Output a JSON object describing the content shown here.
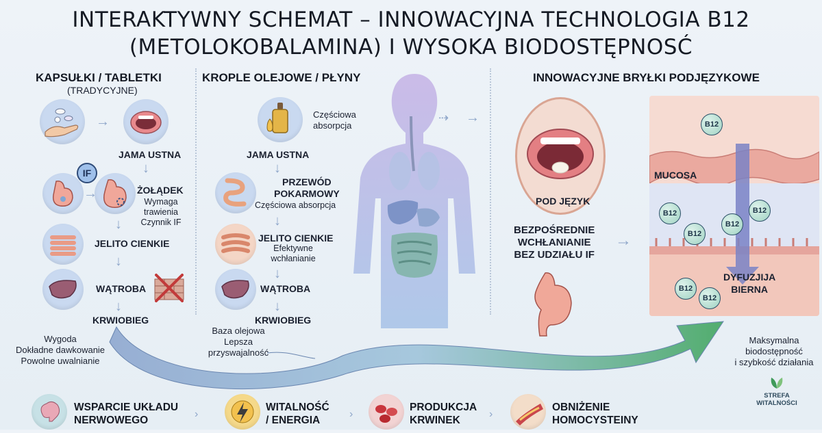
{
  "title": {
    "line1": "INTERAKTYWNY SCHEMAT – INNOWACYJNA TECHNOLOGIA B12",
    "line2": "(METOLOKOBALAMINA) I WYSOKA BIODOSTĘPNOSĆ"
  },
  "col1": {
    "header": "KAPSUŁKI / TABLETKI",
    "sub": "(TRADYCYJNE)",
    "jama": "JAMA USTNA",
    "if_badge": "IF",
    "zoladek": "ŻOŁĄDEK",
    "zoladek_note1": "Wymaga",
    "zoladek_note2": "trawienia",
    "zoladek_note3": "Czynnik IF",
    "jelito": "JELITO CIENKIE",
    "watroba": "WĄTROBA",
    "krwiobieg": "KRWIOBIEG",
    "notes": [
      "Wygoda",
      "Dokładne dawkowanie",
      "Powolne uwalnianie"
    ]
  },
  "col2": {
    "header": "KROPLE OLEJOWE / PŁYNY",
    "partial1": "Częściowa",
    "partial2": "absorpcja",
    "jama": "JAMA USTNA",
    "przewod1": "PRZEWÓD",
    "przewod2": "POKARMOWY",
    "przewod_note": "Częściowa absorpcja",
    "jelito": "JELITO CIENKIE",
    "jelito_note1": "Efektywne",
    "jelito_note2": "wchłanianie",
    "watroba": "WĄTROBA",
    "krwiobieg": "KRWIOBIEG",
    "notes": [
      "Baza olejowa",
      "Lepsza",
      "przyswajalność"
    ]
  },
  "col3": {
    "header": "INNOWACYJNE BRYŁKI PODJĘZYKOWE",
    "pod": "POD JĘZYK",
    "direct": [
      "BEZPOŚREDNIE",
      "WCHŁANIANIE",
      "BEZ UDZIAŁU IF"
    ],
    "mucosa": "MUCOSA",
    "dyfuzja1": "DYFUZJIJA",
    "dyfuzja2": "BIERNA",
    "b12": "B12",
    "result": [
      "Maksymalna",
      "biodostępność",
      "i szybkość działania"
    ]
  },
  "logo": {
    "line1": "STREFA",
    "line2": "WITALNOŚCI"
  },
  "benefits": [
    {
      "l1": "WSPARCIE UKŁADU",
      "l2": "NERWOWEGO",
      "icon": "brain-icon"
    },
    {
      "l1": "WITALNOŚĆ",
      "l2": "/ ENERGIA",
      "icon": "energy-icon"
    },
    {
      "l1": "PRODUKCJA",
      "l2": "KRWINEK",
      "icon": "blood-cells-icon"
    },
    {
      "l1": "OBNIŻENIE",
      "l2": "HOMOCYSTEINY",
      "icon": "vessel-icon"
    }
  ],
  "colors": {
    "arrow_start": "#6f8fc4",
    "arrow_end": "#4fae6a",
    "body": "#b9a6df"
  }
}
